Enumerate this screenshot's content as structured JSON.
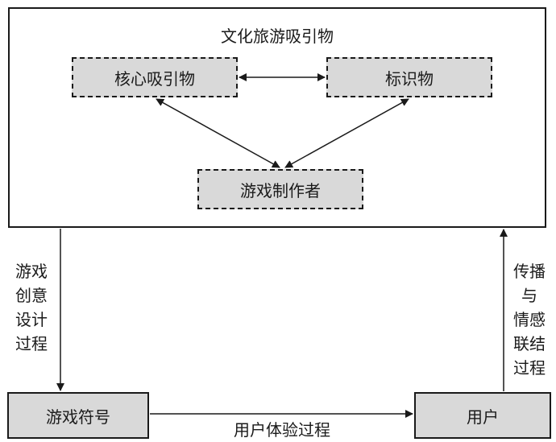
{
  "diagram": {
    "outer_title": "文化旅游吸引物",
    "nodes": {
      "core": "核心吸引物",
      "landmark": "标识物",
      "maker": "游戏制作者"
    },
    "boxes": {
      "symbol": "游戏符号",
      "user": "用户"
    },
    "edge_labels": {
      "design": "游戏\n创意\n设计\n过程",
      "spread": "传播\n与\n情感\n联结\n过程",
      "experience": "用户体验过程"
    }
  }
}
